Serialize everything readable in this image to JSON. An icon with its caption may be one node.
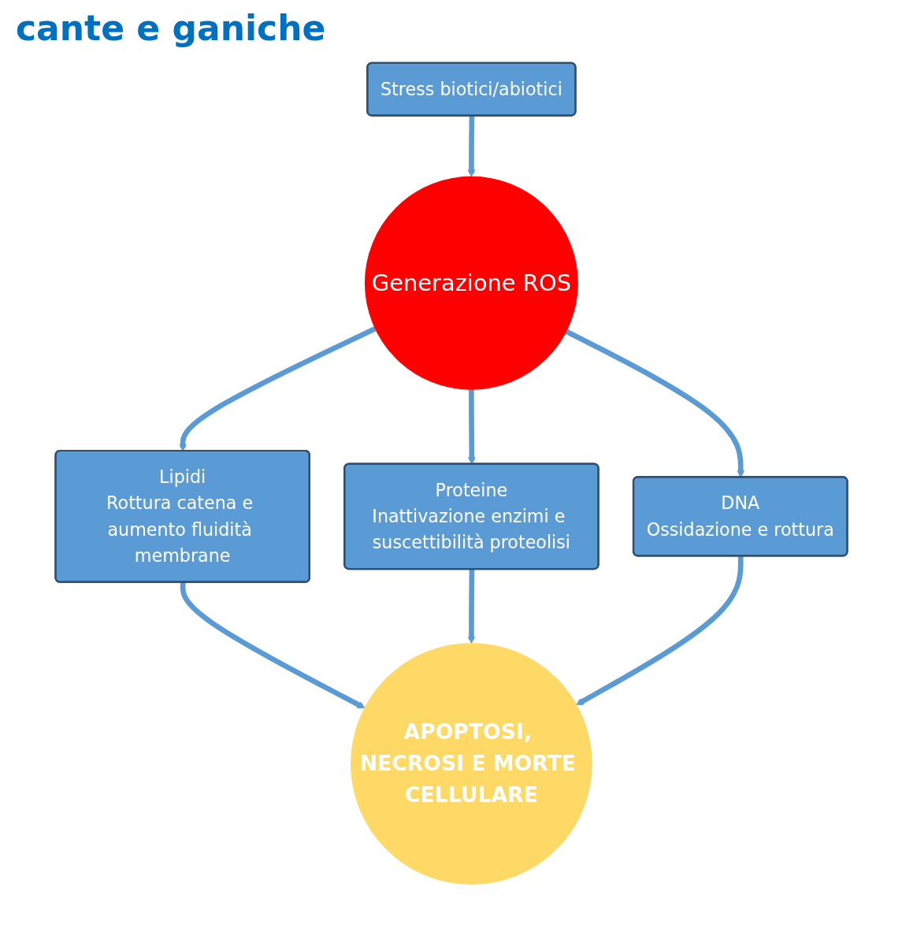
{
  "diagram": {
    "title": "cante e ganiche",
    "nodes": [
      {
        "text": [
          "Stress biotici/abiotici"
        ]
      },
      {
        "text": [
          "Generazione ROS"
        ]
      },
      {
        "text": [
          "Lipidi",
          "Rottura catena e aumento fluidità membrane"
        ]
      },
      {
        "text": [
          "Proteine",
          "Inattivazione enzimi e suscettibilità proteolisi"
        ]
      },
      {
        "text": [
          "DNA",
          "Ossidazione e rottura"
        ]
      },
      {
        "text": [
          "APOPTOSI, NECROSI E MORTE CELLULARE"
        ]
      }
    ],
    "edges": [
      {
        "from": 0,
        "to": 1,
        "arrow": "to"
      },
      {
        "from": 1,
        "to": 2,
        "arrow": "to"
      },
      {
        "from": 1,
        "to": 3,
        "arrow": "to"
      },
      {
        "from": 1,
        "to": 4,
        "arrow": "to"
      },
      {
        "from": 2,
        "to": 5,
        "arrow": "to"
      },
      {
        "from": 3,
        "to": 5,
        "arrow": "to"
      },
      {
        "from": 4,
        "to": 5,
        "arrow": "to"
      }
    ]
  }
}
